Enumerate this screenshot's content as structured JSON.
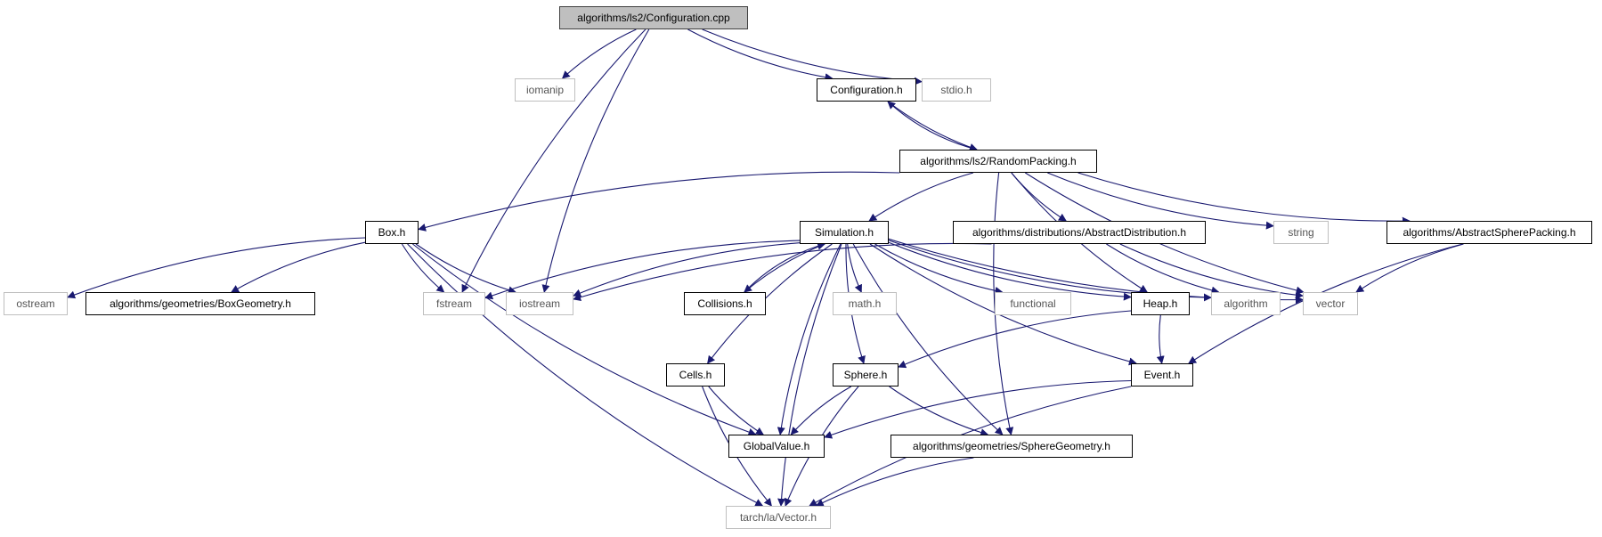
{
  "edge_color": "#191970",
  "nodes": {
    "configuration_cpp": {
      "label": "algorithms/ls2/Configuration.cpp",
      "kind": "root"
    },
    "iomanip": {
      "label": "iomanip",
      "kind": "system"
    },
    "configuration_h": {
      "label": "Configuration.h",
      "kind": "header"
    },
    "stdio_h": {
      "label": "stdio.h",
      "kind": "system"
    },
    "random_packing_h": {
      "label": "algorithms/ls2/RandomPacking.h",
      "kind": "header"
    },
    "box_h": {
      "label": "Box.h",
      "kind": "header"
    },
    "simulation_h": {
      "label": "Simulation.h",
      "kind": "header"
    },
    "abstract_distribution_h": {
      "label": "algorithms/distributions/AbstractDistribution.h",
      "kind": "header"
    },
    "string": {
      "label": "string",
      "kind": "system"
    },
    "abstract_sphere_packing_h": {
      "label": "algorithms/AbstractSpherePacking.h",
      "kind": "header"
    },
    "ostream": {
      "label": "ostream",
      "kind": "system"
    },
    "box_geometry_h": {
      "label": "algorithms/geometries/BoxGeometry.h",
      "kind": "header"
    },
    "fstream": {
      "label": "fstream",
      "kind": "system"
    },
    "iostream": {
      "label": "iostream",
      "kind": "system"
    },
    "collisions_h": {
      "label": "Collisions.h",
      "kind": "header"
    },
    "math_h": {
      "label": "math.h",
      "kind": "system"
    },
    "functional": {
      "label": "functional",
      "kind": "system"
    },
    "heap_h": {
      "label": "Heap.h",
      "kind": "header"
    },
    "algorithm": {
      "label": "algorithm",
      "kind": "system"
    },
    "vector": {
      "label": "vector",
      "kind": "system"
    },
    "cells_h": {
      "label": "Cells.h",
      "kind": "header"
    },
    "sphere_h": {
      "label": "Sphere.h",
      "kind": "header"
    },
    "event_h": {
      "label": "Event.h",
      "kind": "header"
    },
    "global_value_h": {
      "label": "GlobalValue.h",
      "kind": "header"
    },
    "sphere_geometry_h": {
      "label": "algorithms/geometries/SphereGeometry.h",
      "kind": "header"
    },
    "vector_h": {
      "label": "tarch/la/Vector.h",
      "kind": "system"
    }
  },
  "edges": [
    [
      "configuration_cpp",
      "iomanip"
    ],
    [
      "configuration_cpp",
      "fstream"
    ],
    [
      "configuration_cpp",
      "iostream"
    ],
    [
      "configuration_cpp",
      "configuration_h"
    ],
    [
      "configuration_cpp",
      "stdio_h"
    ],
    [
      "configuration_h",
      "random_packing_h"
    ],
    [
      "random_packing_h",
      "configuration_h"
    ],
    [
      "random_packing_h",
      "box_h"
    ],
    [
      "random_packing_h",
      "simulation_h"
    ],
    [
      "random_packing_h",
      "heap_h"
    ],
    [
      "random_packing_h",
      "abstract_distribution_h"
    ],
    [
      "random_packing_h",
      "string"
    ],
    [
      "random_packing_h",
      "vector"
    ],
    [
      "random_packing_h",
      "abstract_sphere_packing_h"
    ],
    [
      "random_packing_h",
      "sphere_geometry_h"
    ],
    [
      "box_h",
      "ostream"
    ],
    [
      "box_h",
      "box_geometry_h"
    ],
    [
      "box_h",
      "fstream"
    ],
    [
      "box_h",
      "iostream"
    ],
    [
      "box_h",
      "global_value_h"
    ],
    [
      "box_h",
      "vector_h"
    ],
    [
      "simulation_h",
      "fstream"
    ],
    [
      "simulation_h",
      "iostream"
    ],
    [
      "simulation_h",
      "collisions_h"
    ],
    [
      "collisions_h",
      "simulation_h"
    ],
    [
      "simulation_h",
      "cells_h"
    ],
    [
      "simulation_h",
      "math_h"
    ],
    [
      "simulation_h",
      "functional"
    ],
    [
      "simulation_h",
      "heap_h"
    ],
    [
      "simulation_h",
      "algorithm"
    ],
    [
      "simulation_h",
      "vector"
    ],
    [
      "simulation_h",
      "sphere_h"
    ],
    [
      "simulation_h",
      "event_h"
    ],
    [
      "simulation_h",
      "global_value_h"
    ],
    [
      "simulation_h",
      "sphere_geometry_h"
    ],
    [
      "simulation_h",
      "vector_h"
    ],
    [
      "abstract_distribution_h",
      "iostream"
    ],
    [
      "abstract_distribution_h",
      "algorithm"
    ],
    [
      "abstract_distribution_h",
      "vector"
    ],
    [
      "abstract_sphere_packing_h",
      "vector"
    ],
    [
      "abstract_sphere_packing_h",
      "event_h"
    ],
    [
      "heap_h",
      "sphere_h"
    ],
    [
      "heap_h",
      "event_h"
    ],
    [
      "cells_h",
      "global_value_h"
    ],
    [
      "cells_h",
      "vector_h"
    ],
    [
      "sphere_h",
      "global_value_h"
    ],
    [
      "sphere_h",
      "sphere_geometry_h"
    ],
    [
      "sphere_h",
      "vector_h"
    ],
    [
      "event_h",
      "global_value_h"
    ],
    [
      "event_h",
      "vector_h"
    ],
    [
      "sphere_geometry_h",
      "vector_h"
    ]
  ]
}
